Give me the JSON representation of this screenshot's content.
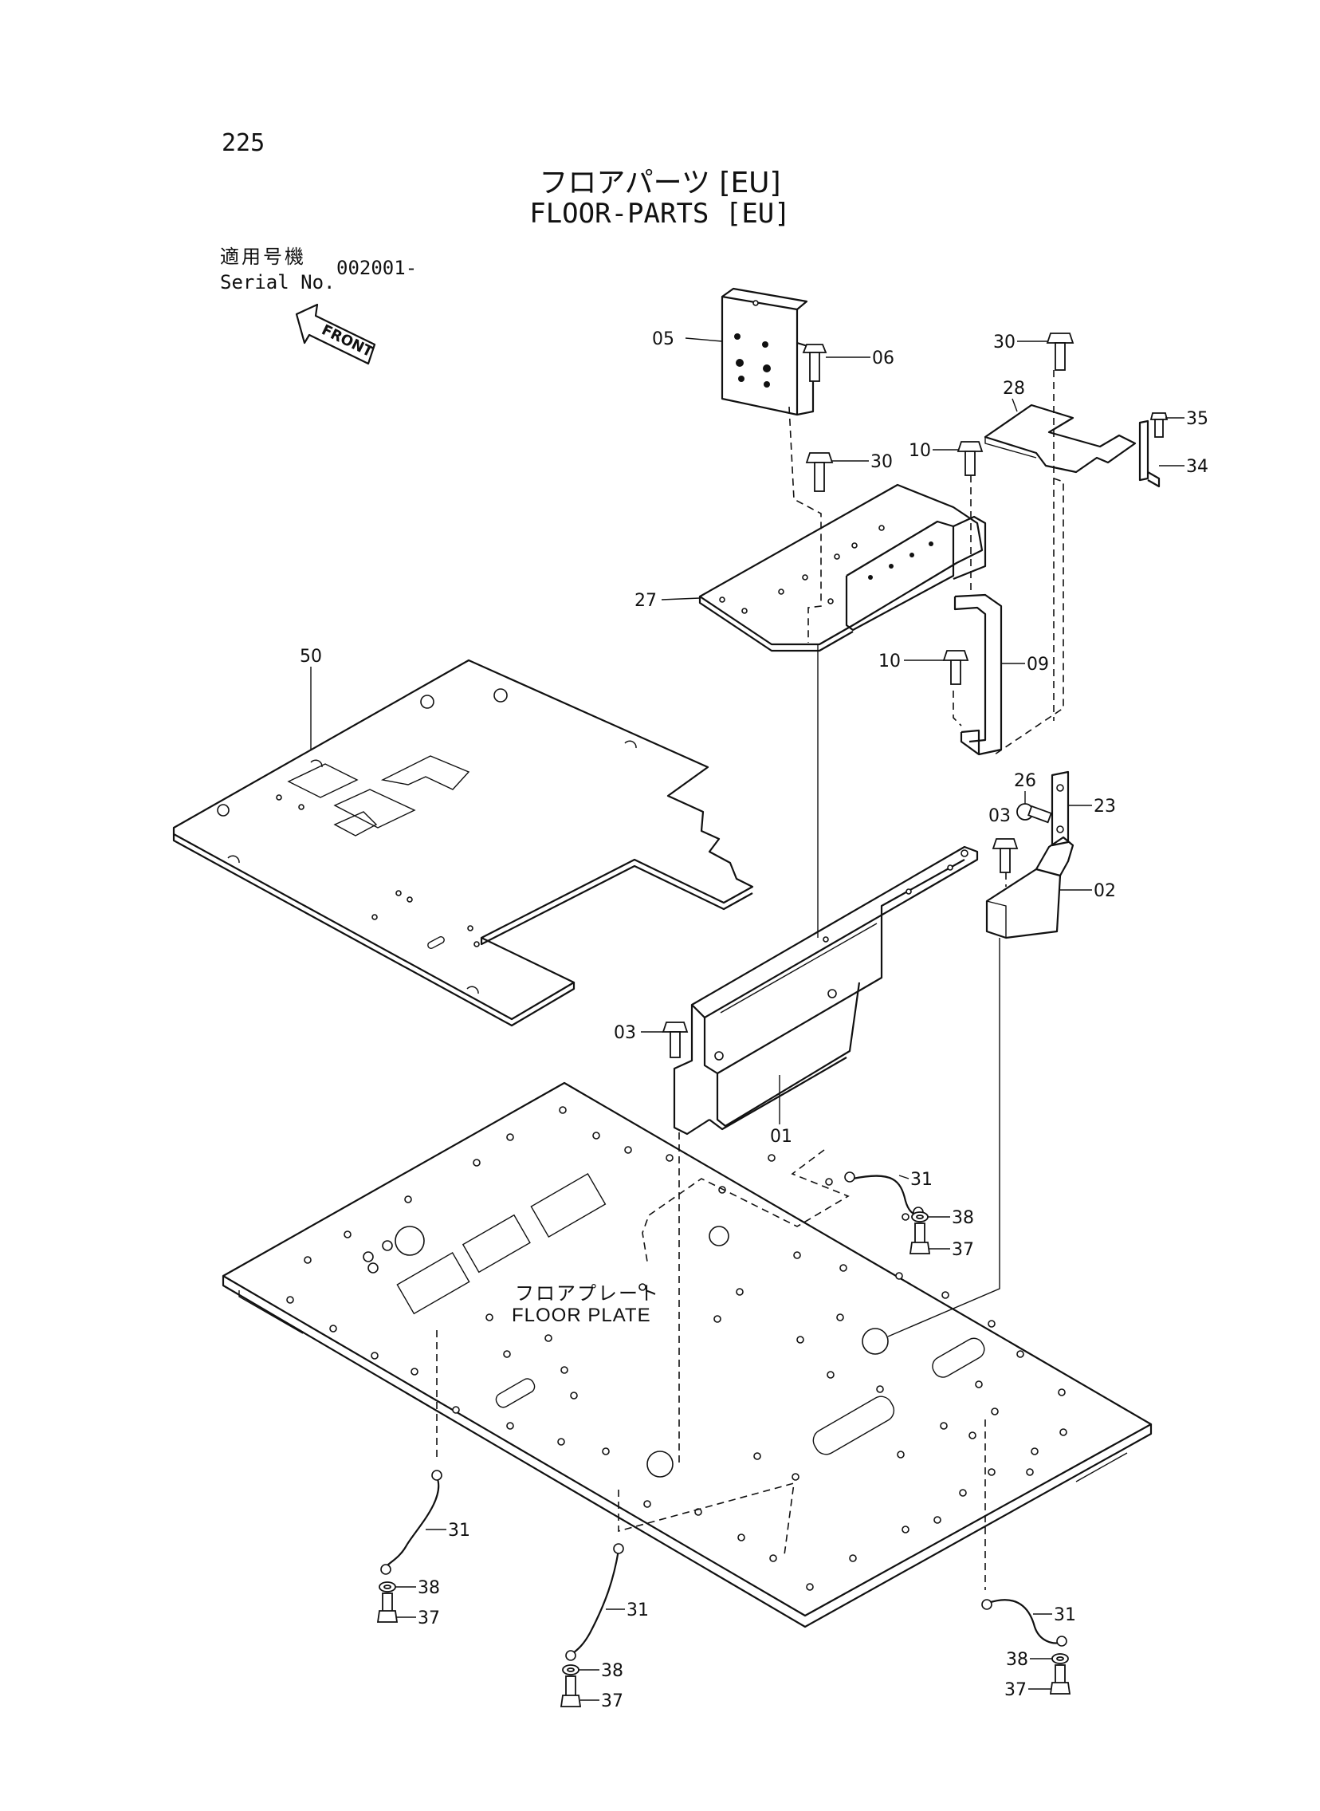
{
  "page": {
    "number": "225",
    "title_ja": "フロアパーツ [EU]",
    "title_en": "FLOOR-PARTS [EU]"
  },
  "serial": {
    "label_ja": "適用号機",
    "label_en": "Serial No.",
    "value": "002001-"
  },
  "front_arrow": {
    "label": "FRONT"
  },
  "floor_plate": {
    "label_ja": "フロアプレート",
    "label_en": "FLOOR PLATE"
  },
  "callouts": {
    "c05": "05",
    "c06": "06",
    "c30a": "30",
    "c30b": "30",
    "c28": "28",
    "c35": "35",
    "c34": "34",
    "c10a": "10",
    "c27": "27",
    "c50": "50",
    "c10b": "10",
    "c09": "09",
    "c26": "26",
    "c23": "23",
    "c03a": "03",
    "c02": "02",
    "c03b": "03",
    "c01": "01",
    "c31a": "31",
    "c38a": "38",
    "c37a": "37",
    "c31b": "31",
    "c38b": "38",
    "c37b": "37",
    "c31c": "31",
    "c38c": "38",
    "c37c": "37",
    "c31d": "31",
    "c38d": "38",
    "c37d": "37"
  }
}
